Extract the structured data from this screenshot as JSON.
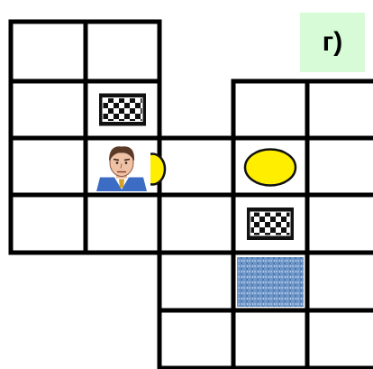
{
  "puzzle": {
    "label": "г)"
  },
  "colors": {
    "grid_line": "#000000",
    "label_background": "#d6fbd6",
    "coin": "#ffee00",
    "water": "#6f96c8"
  },
  "board": {
    "cells": [
      {
        "row": 0,
        "col": 0,
        "item": ""
      },
      {
        "row": 0,
        "col": 1,
        "item": ""
      },
      {
        "row": 1,
        "col": 0,
        "item": ""
      },
      {
        "row": 1,
        "col": 1,
        "item": "checkered-flag-icon"
      },
      {
        "row": 1,
        "col": 3,
        "item": ""
      },
      {
        "row": 1,
        "col": 4,
        "item": ""
      },
      {
        "row": 2,
        "col": 0,
        "item": ""
      },
      {
        "row": 2,
        "col": 1,
        "item": "player-with-coin"
      },
      {
        "row": 2,
        "col": 2,
        "item": ""
      },
      {
        "row": 2,
        "col": 3,
        "item": "coin-icon"
      },
      {
        "row": 2,
        "col": 4,
        "item": ""
      },
      {
        "row": 3,
        "col": 0,
        "item": ""
      },
      {
        "row": 3,
        "col": 1,
        "item": ""
      },
      {
        "row": 3,
        "col": 2,
        "item": ""
      },
      {
        "row": 3,
        "col": 3,
        "item": "checkered-flag-icon"
      },
      {
        "row": 3,
        "col": 4,
        "item": ""
      },
      {
        "row": 4,
        "col": 2,
        "item": ""
      },
      {
        "row": 4,
        "col": 3,
        "item": "water-tile-icon"
      },
      {
        "row": 4,
        "col": 4,
        "item": ""
      },
      {
        "row": 5,
        "col": 2,
        "item": ""
      },
      {
        "row": 5,
        "col": 3,
        "item": ""
      },
      {
        "row": 5,
        "col": 4,
        "item": ""
      }
    ]
  }
}
